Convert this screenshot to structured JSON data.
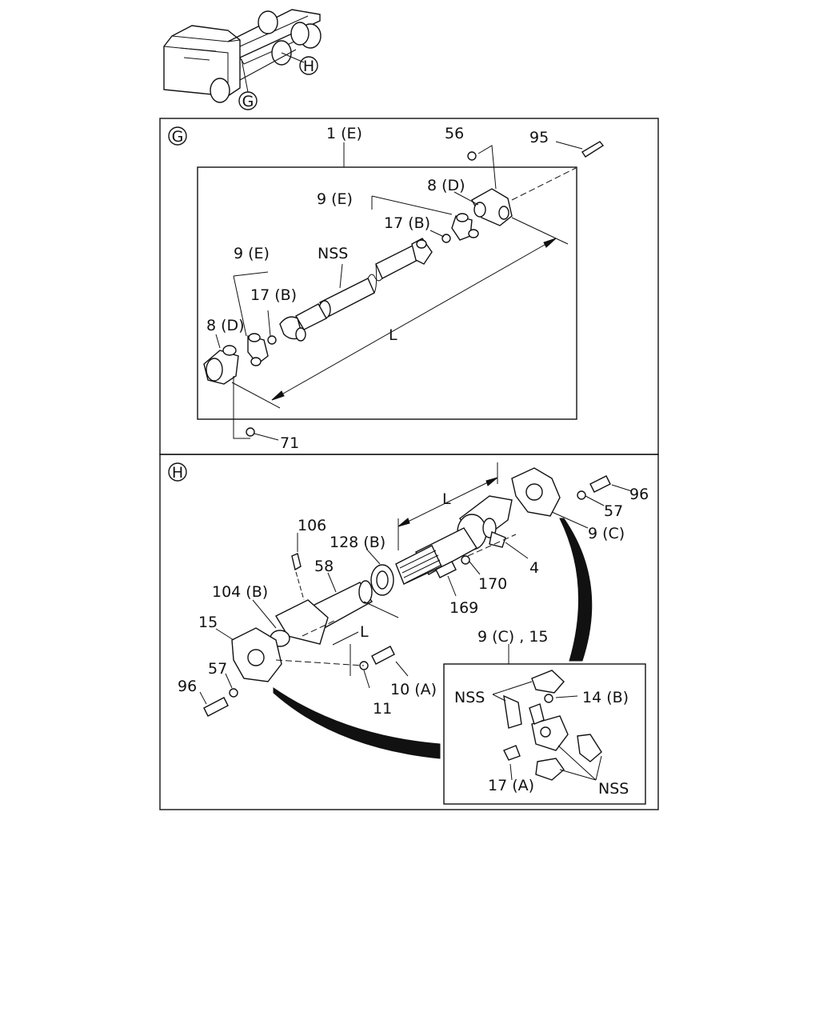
{
  "sections": {
    "g": {
      "marker": "G"
    },
    "h": {
      "marker": "H"
    }
  },
  "vehicle": {
    "callout_g": "G",
    "callout_h": "H"
  },
  "labels_g": {
    "l1": "1 (E)",
    "l56": "56",
    "l95": "95",
    "l8d_right": "8 (D)",
    "l9e_right": "9 (E)",
    "l17b_right": "17 (B)",
    "lnss": "NSS",
    "l9e_left": "9 (E)",
    "l17b_left": "17 (B)",
    "l8d_left": "8 (D)",
    "lL": "L",
    "l71": "71"
  },
  "labels_h": {
    "lL_top": "L",
    "l96_right": "96",
    "l57_right": "57",
    "l9c": "9 (C)",
    "l106": "106",
    "l128b": "128 (B)",
    "l58": "58",
    "l4": "4",
    "l170": "170",
    "l169": "169",
    "l104b": "104 (B)",
    "l15": "15",
    "lL_mid": "L",
    "l57_left": "57",
    "l96_left": "96",
    "l10a": "10 (A)",
    "l11": "11",
    "detail_title": "9 (C) , 15",
    "d_nss_top": "NSS",
    "d_14b": "14 (B)",
    "d_17a": "17 (A)",
    "d_nss_bottom": "NSS"
  }
}
